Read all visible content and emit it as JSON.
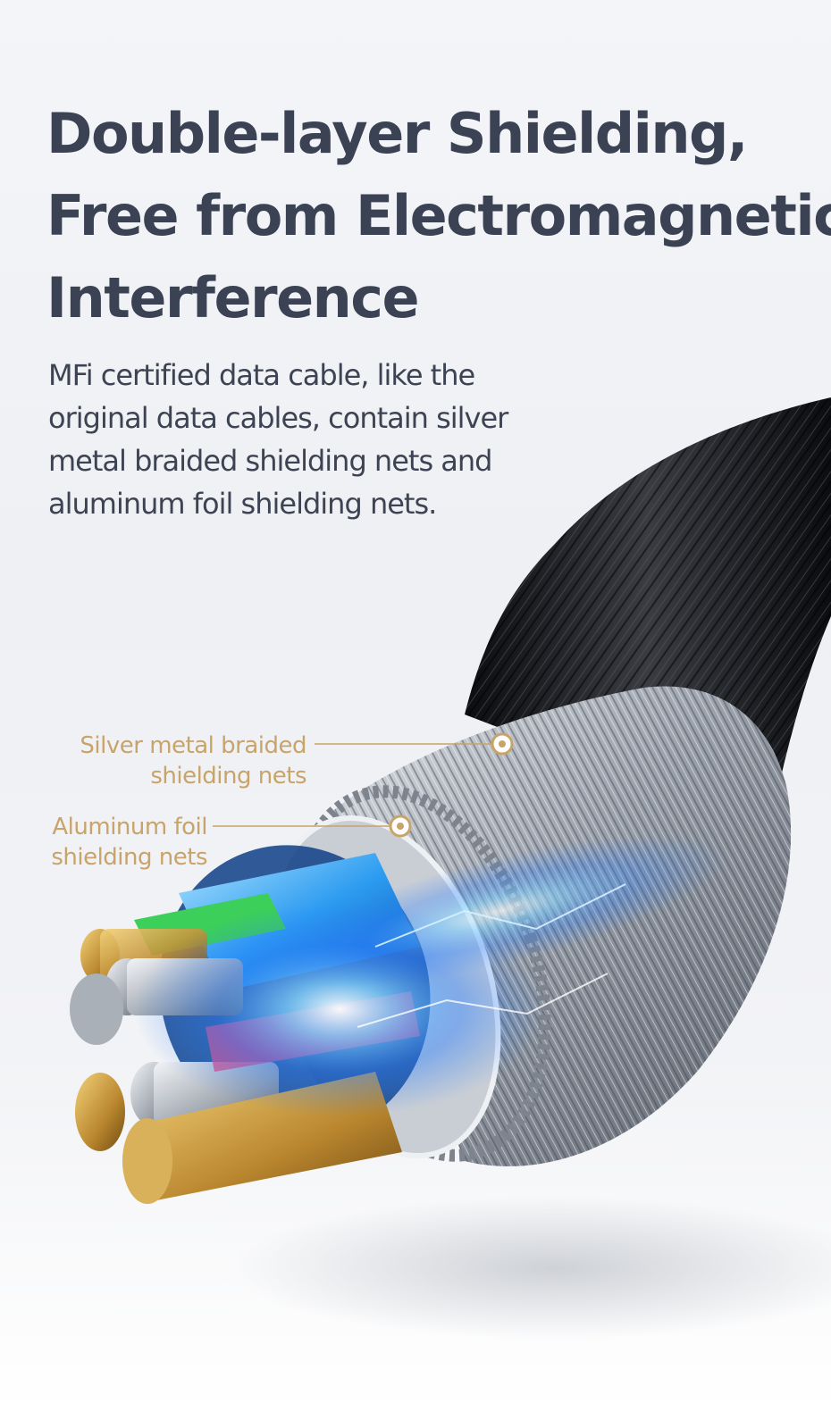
{
  "headline": {
    "lines": [
      "Double-layer Shielding,",
      "Free from Electromagnetic",
      "Interference"
    ]
  },
  "description": {
    "lines": [
      "MFi certified data cable, like the",
      "original data cables, contain silver",
      "metal braided shielding nets and",
      "aluminum foil shielding nets."
    ]
  },
  "callouts": {
    "silver": {
      "lines": [
        "Silver metal braided",
        "shielding nets"
      ]
    },
    "foil": {
      "lines": [
        "Aluminum foil",
        "shielding nets"
      ]
    }
  },
  "colors": {
    "headline": "#3b4254",
    "body": "#3d4352",
    "accent": "#c8a46a",
    "braid": "#1b1c1f",
    "shield": "#b8bec7",
    "glow": "#2a7fff"
  }
}
